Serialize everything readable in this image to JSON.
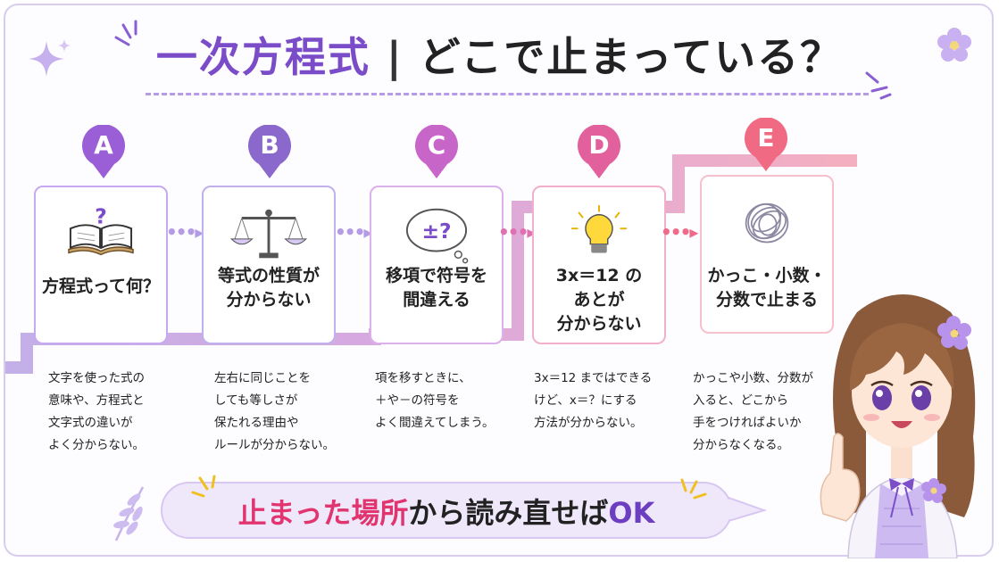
{
  "header": {
    "title_main": "一次方程式",
    "title_sep": "|",
    "title_sub": "どこで止まっている？"
  },
  "colors": {
    "purple": "#7a4cc8",
    "pink": "#e0356f",
    "step_a": "#9a5fd6",
    "step_b": "#8a68cc",
    "step_c": "#c865c8",
    "step_d": "#e2609c",
    "step_e": "#f06a83"
  },
  "steps": [
    {
      "badge": "A",
      "icon": "book-question-icon",
      "label_1": "方程式って何？",
      "label_2": "",
      "label_3": "",
      "desc": "文字を使った式の\n意味や、方程式と\n文字式の違いが\nよく分からない。"
    },
    {
      "badge": "B",
      "icon": "balance-scale-icon",
      "label_1": "等式の性質が",
      "label_2": "分からない",
      "label_3": "",
      "desc": "左右に同じことを\nしても等しさが\n保たれる理由や\nルールが分からない。"
    },
    {
      "badge": "C",
      "icon": "thought-bubble-icon",
      "icon_text": "±?",
      "label_1": "移項で符号を",
      "label_2": "間違える",
      "label_3": "",
      "desc": "項を移すときに、\n＋や－の符号を\nよく間違えてしまう。"
    },
    {
      "badge": "D",
      "icon": "lightbulb-icon",
      "label_1": "3x＝12 の",
      "label_2": "あとが",
      "label_3": "分からない",
      "desc": "3x＝12 まではできる\nけど、x＝？にする\n方法が分からない。"
    },
    {
      "badge": "E",
      "icon": "tangled-scribble-icon",
      "label_1": "かっこ・小数・",
      "label_2": "分数で止まる",
      "label_3": "",
      "desc": "かっこや小数、分数が\n入ると、どこから\n手をつければよいか\n分からなくなる。"
    }
  ],
  "footer": {
    "part1": "止まった場所",
    "part2": "から読み直せば",
    "part3": "OK"
  }
}
